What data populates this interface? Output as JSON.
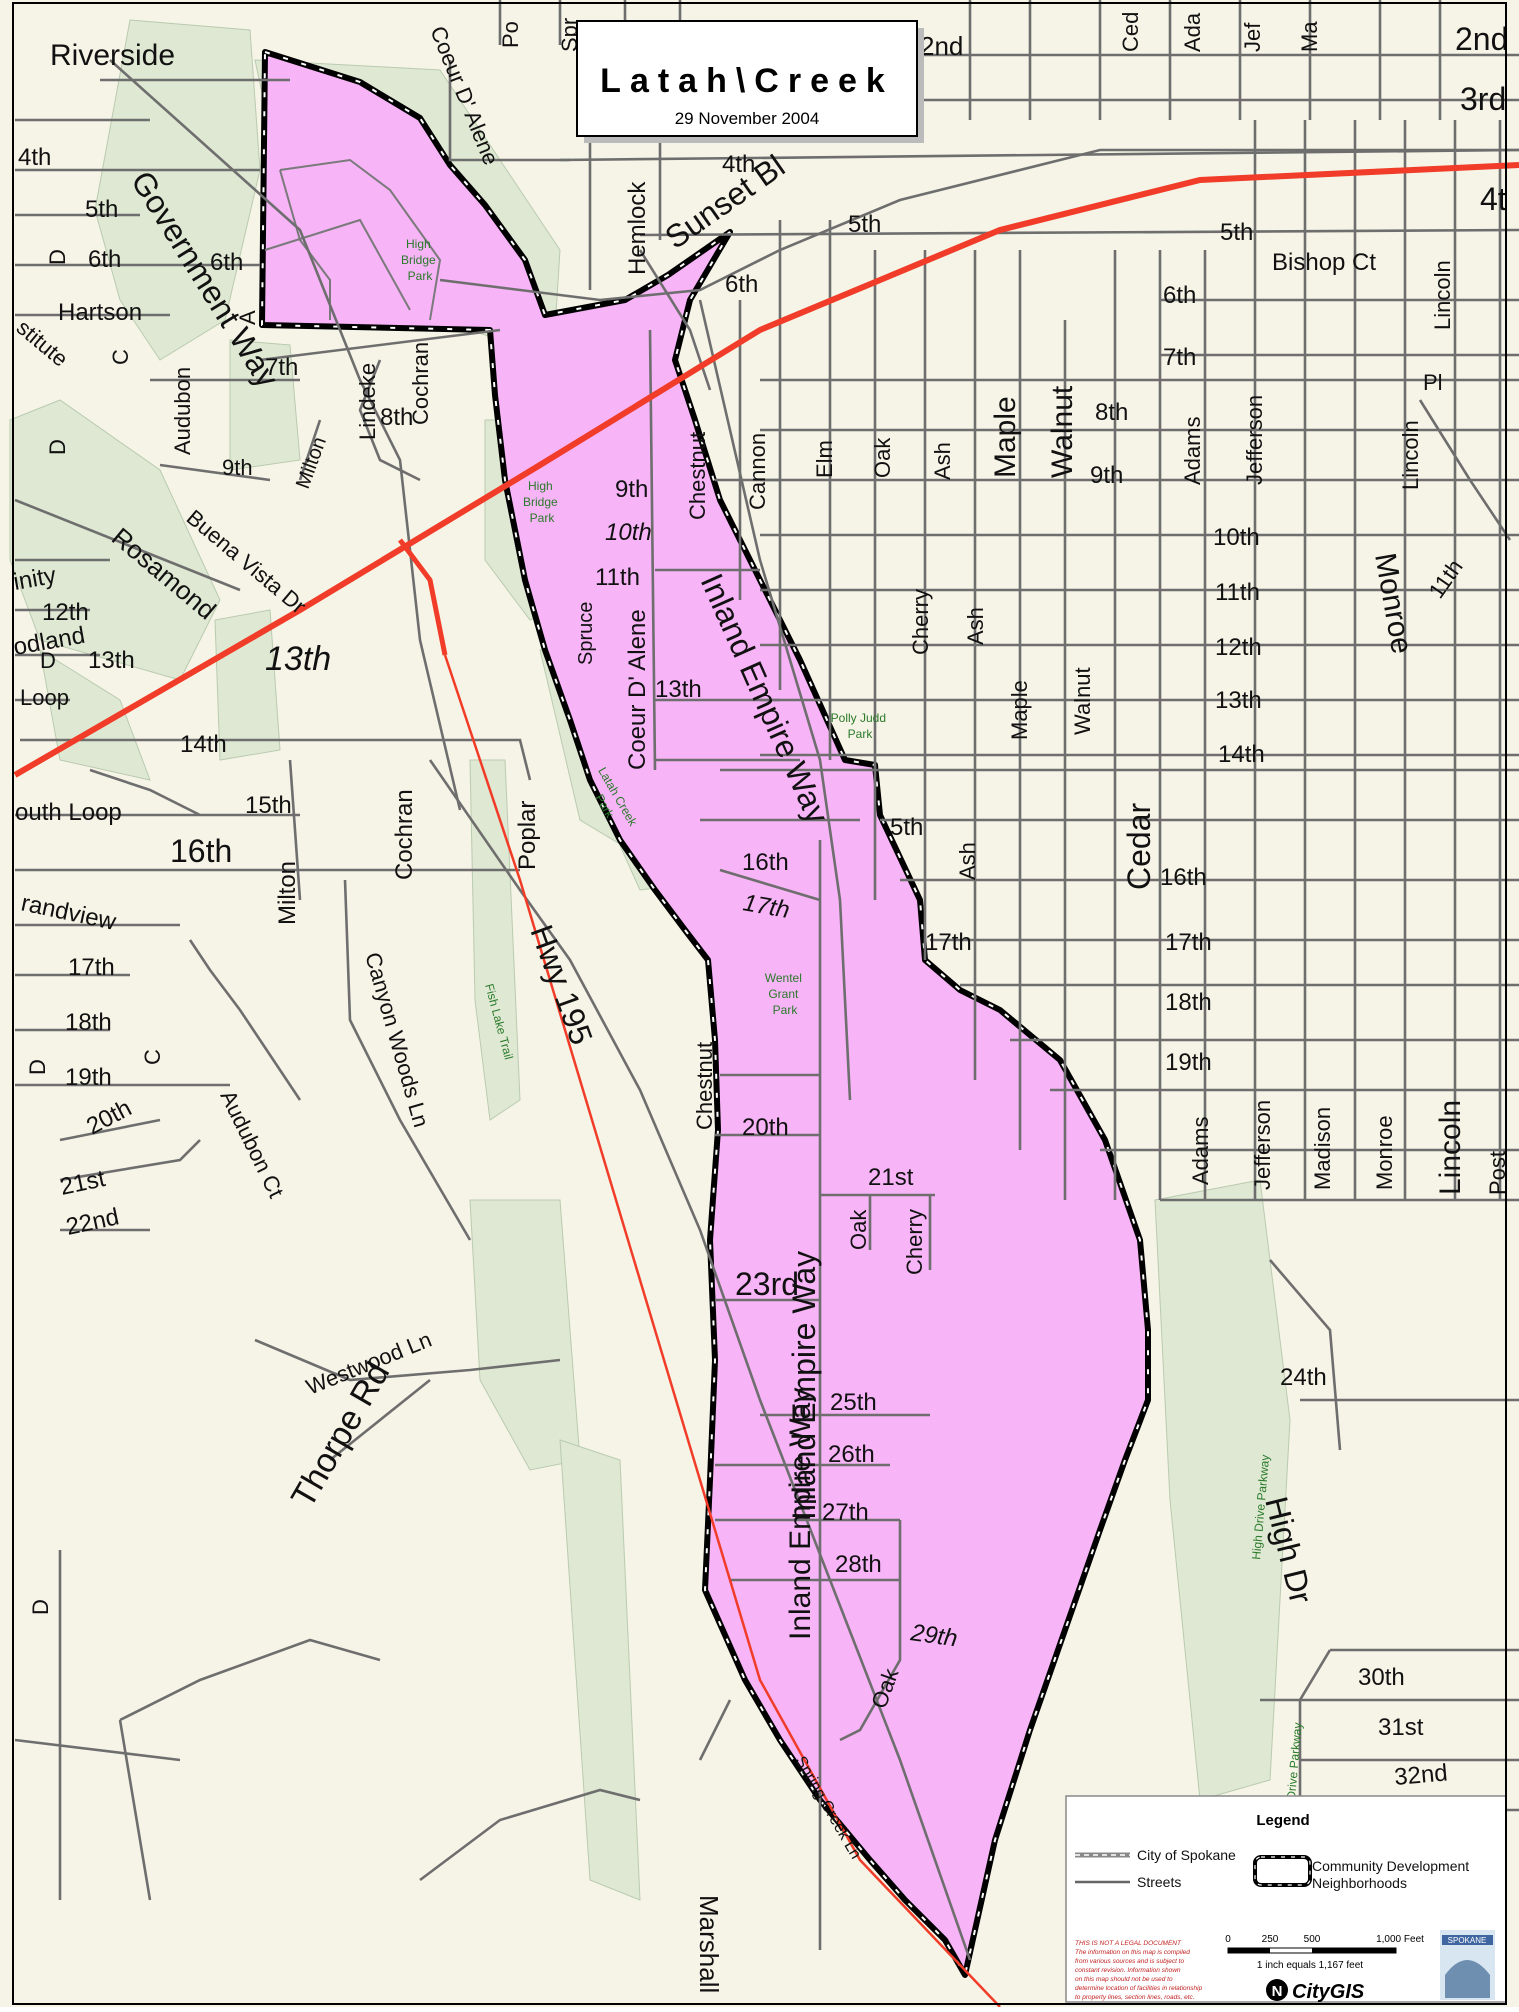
{
  "title": {
    "heading": "Latah\\Creek",
    "date": "29 November 2004"
  },
  "colors": {
    "background": "#f6f4e6",
    "neighborhood_fill": "#f7b4f7",
    "highway": "#f03c28",
    "street": "#6e6e6e",
    "park": "#dfe8d2",
    "boundary": "#000000"
  },
  "street_labels": {
    "riverside": "Riverside",
    "coeur_dalene_top": "Coeur D' Alene",
    "government_way": "Government Way",
    "sunset_bl": "Sunset Bl",
    "hemlock": "Hemlock",
    "inland_empire_way": "Inland Empire Way",
    "inland_empire_way_2": "Inland Empire Way",
    "inland_empire_way_3": "Inland Empire Way",
    "hwy_195": "Hwy 195",
    "thorpe_rd": "Thorpe Rd",
    "westwood_ln": "Westwood Ln",
    "canyon_woods_ln": "Canyon Woods Ln",
    "audubon_ct": "Audubon Ct",
    "high_dr": "High Dr",
    "marshall": "Marshall",
    "spring_creek_ln": "Spring Creek Ln",
    "chestnut": "Chestnut",
    "chestnut_2": "Chestnut",
    "cannon": "Cannon",
    "elm": "Elm",
    "oak": "Oak",
    "oak_2": "Oak",
    "oak_3": "Oak",
    "ash": "Ash",
    "ash_2": "Ash",
    "ash_3": "Ash",
    "maple": "Maple",
    "maple_2": "Maple",
    "walnut": "Walnut",
    "walnut_2": "Walnut",
    "adams": "Adams",
    "adams_2": "Adams",
    "jefferson": "Jefferson",
    "jefferson_2": "Jefferson",
    "madison": "Madison",
    "monroe": "Monroe",
    "monroe_2": "Monroe",
    "lincoln": "Lincoln",
    "lincoln_2": "Lincoln",
    "lincoln_3": "Lincoln",
    "cedar": "Cedar",
    "cherry": "Cherry",
    "cherry_2": "Cherry",
    "spruce": "Spruce",
    "coeur_dalene_mid": "Coeur D' Alene",
    "poplar": "Poplar",
    "cochran": "Cochran",
    "cochran_2": "Cochran",
    "lindeke": "Lindeke",
    "milton": "Milton",
    "milton_2": "Milton",
    "audubon": "Audubon",
    "buena_vista_dr": "Buena Vista Dr",
    "rosamond": "Rosamond",
    "hartson": "Hartson",
    "bishop_ct": "Bishop Ct",
    "pl": "Pl",
    "grandview": "randview",
    "south_loop": "outh Loop",
    "loop": "Loop",
    "woodland": "odland",
    "trinity": "inity",
    "institute": "stitute",
    "st_2nd": "2nd",
    "st_2nd_right": "2nd",
    "st_3rd": "3rd",
    "st_4th": "4th",
    "st_4th_b": "4th",
    "st_4th_right": "4t",
    "st_5th": "5th",
    "st_5th_b": "5th",
    "st_5th_c": "5th",
    "st_5th_d": "5th",
    "st_6th": "6th",
    "st_6th_b": "6th",
    "st_6th_c": "6th",
    "st_6th_d": "6th",
    "st_7th": "7th",
    "st_7th_b": "7th",
    "st_8th": "8th",
    "st_8th_b": "8th",
    "st_9th": "9th",
    "st_9th_b": "9th",
    "st_9th_c": "9th",
    "st_10th": "10th",
    "st_10th_b": "10th",
    "st_11th": "11th",
    "st_11th_b": "11th",
    "st_11th_c": "11th",
    "st_12th": "12th",
    "st_12th_b": "12th",
    "st_13th": "13th",
    "st_13th_b": "13th",
    "st_13th_c": "13th",
    "st_13th_d": "13th",
    "st_14th": "14th",
    "st_14th_b": "14th",
    "st_15th": "15th",
    "st_15th_b": "5th",
    "st_16th": "16th",
    "st_16th_b": "16th",
    "st_16th_c": "16th",
    "st_17th": "17th",
    "st_17th_b": "17th",
    "st_17th_c": "17th",
    "st_17th_d": "17th",
    "st_18th": "18th",
    "st_18th_b": "18th",
    "st_19th": "19th",
    "st_19th_b": "19th",
    "st_20th": "20th",
    "st_20th_b": "20th",
    "st_21st": "21st",
    "st_21st_b": "21st",
    "st_22nd": "22nd",
    "st_23rd": "23rd",
    "st_24th": "24th",
    "st_25th": "25th",
    "st_26th": "26th",
    "st_27th": "27th",
    "st_28th": "28th",
    "st_29th": "29th",
    "st_30th": "30th",
    "st_31st": "31st",
    "st_32nd": "32nd",
    "letter_d": "D",
    "letter_d_2": "D",
    "letter_d_3": "D",
    "letter_d_4": "D",
    "letter_d_5": "D",
    "letter_c": "C",
    "letter_c_2": "C",
    "letter_a": "A",
    "top_cut_po": "Po",
    "top_cut_spr": "Spr",
    "top_cut_ced": "Ced",
    "top_cut_ada": "Ada",
    "top_cut_jef": "Jef",
    "top_cut_ma": "Ma",
    "post": "Post"
  },
  "park_labels": {
    "high_bridge_park_1": [
      "High",
      "Bridge",
      "Park"
    ],
    "high_bridge_park_2": [
      "High",
      "Bridge",
      "Park"
    ],
    "polly_judd_park": [
      "Polly Judd",
      "Park"
    ],
    "wentel_grant_park": [
      "Wentel",
      "Grant",
      "Park"
    ],
    "latah_creek_park": [
      "Latah Creek",
      "Park"
    ],
    "fish_lake_trail": "Fish Lake Trail",
    "high_drive_parkway": "High Drive Parkway",
    "drive_parkway": "Drive Parkway"
  },
  "legend": {
    "title": "Legend",
    "city_of_spokane": "City of Spokane",
    "streets": "Streets",
    "cd_neighborhoods_line1": "Community Development",
    "cd_neighborhoods_line2": "Neighborhoods",
    "disclaimer": [
      "THIS IS NOT A LEGAL DOCUMENT",
      "The information on this map is compiled",
      "from various sources and is subject to",
      "constant revision. Information shown",
      "on this map should not be used to",
      "determine location of facilities in relationship",
      "to property lines, section lines, roads, etc."
    ],
    "scale_ticks": [
      "0",
      "250",
      "500",
      "1,000 Feet"
    ],
    "scale_note": "1 inch equals 1,167 feet",
    "logo_text": "CityGIS",
    "logo_glyph": "N",
    "seal_text": "SPOKANE"
  }
}
